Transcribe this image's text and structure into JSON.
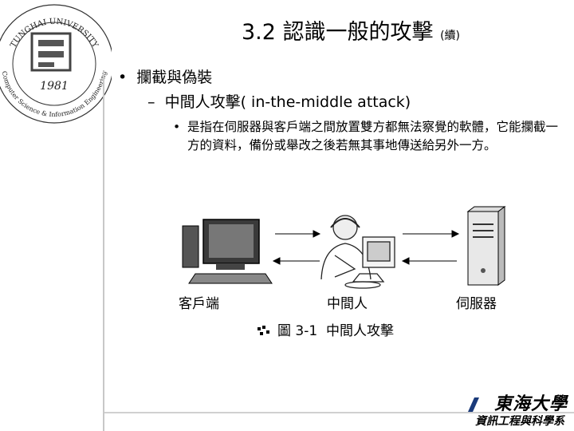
{
  "seal": {
    "name_arc": "TUNGHAI UNIVERSITY",
    "dept_arc": "Computer Science & Information Engineering",
    "year": "1981"
  },
  "slide": {
    "title_main": "3.2 認識一般的攻擊",
    "title_suffix": "(續)",
    "bullet1": "攔截與偽裝",
    "bullet2": "中間人攻擊( in-the-middle attack)",
    "bullet3": "是指在伺服器與客戶端之間放置雙方都無法察覺的軟體，它能攔截一方的資料，備份或舉改之後若無其事地傳送給另外一方。"
  },
  "figure": {
    "client_label": "客戶端",
    "middle_label": "中間人",
    "server_label": "伺服器",
    "caption_number": "圖 3-1",
    "caption_title": "中間人攻擊"
  },
  "logo": {
    "university": "東海大學",
    "department": "資訊工程與科學系"
  }
}
